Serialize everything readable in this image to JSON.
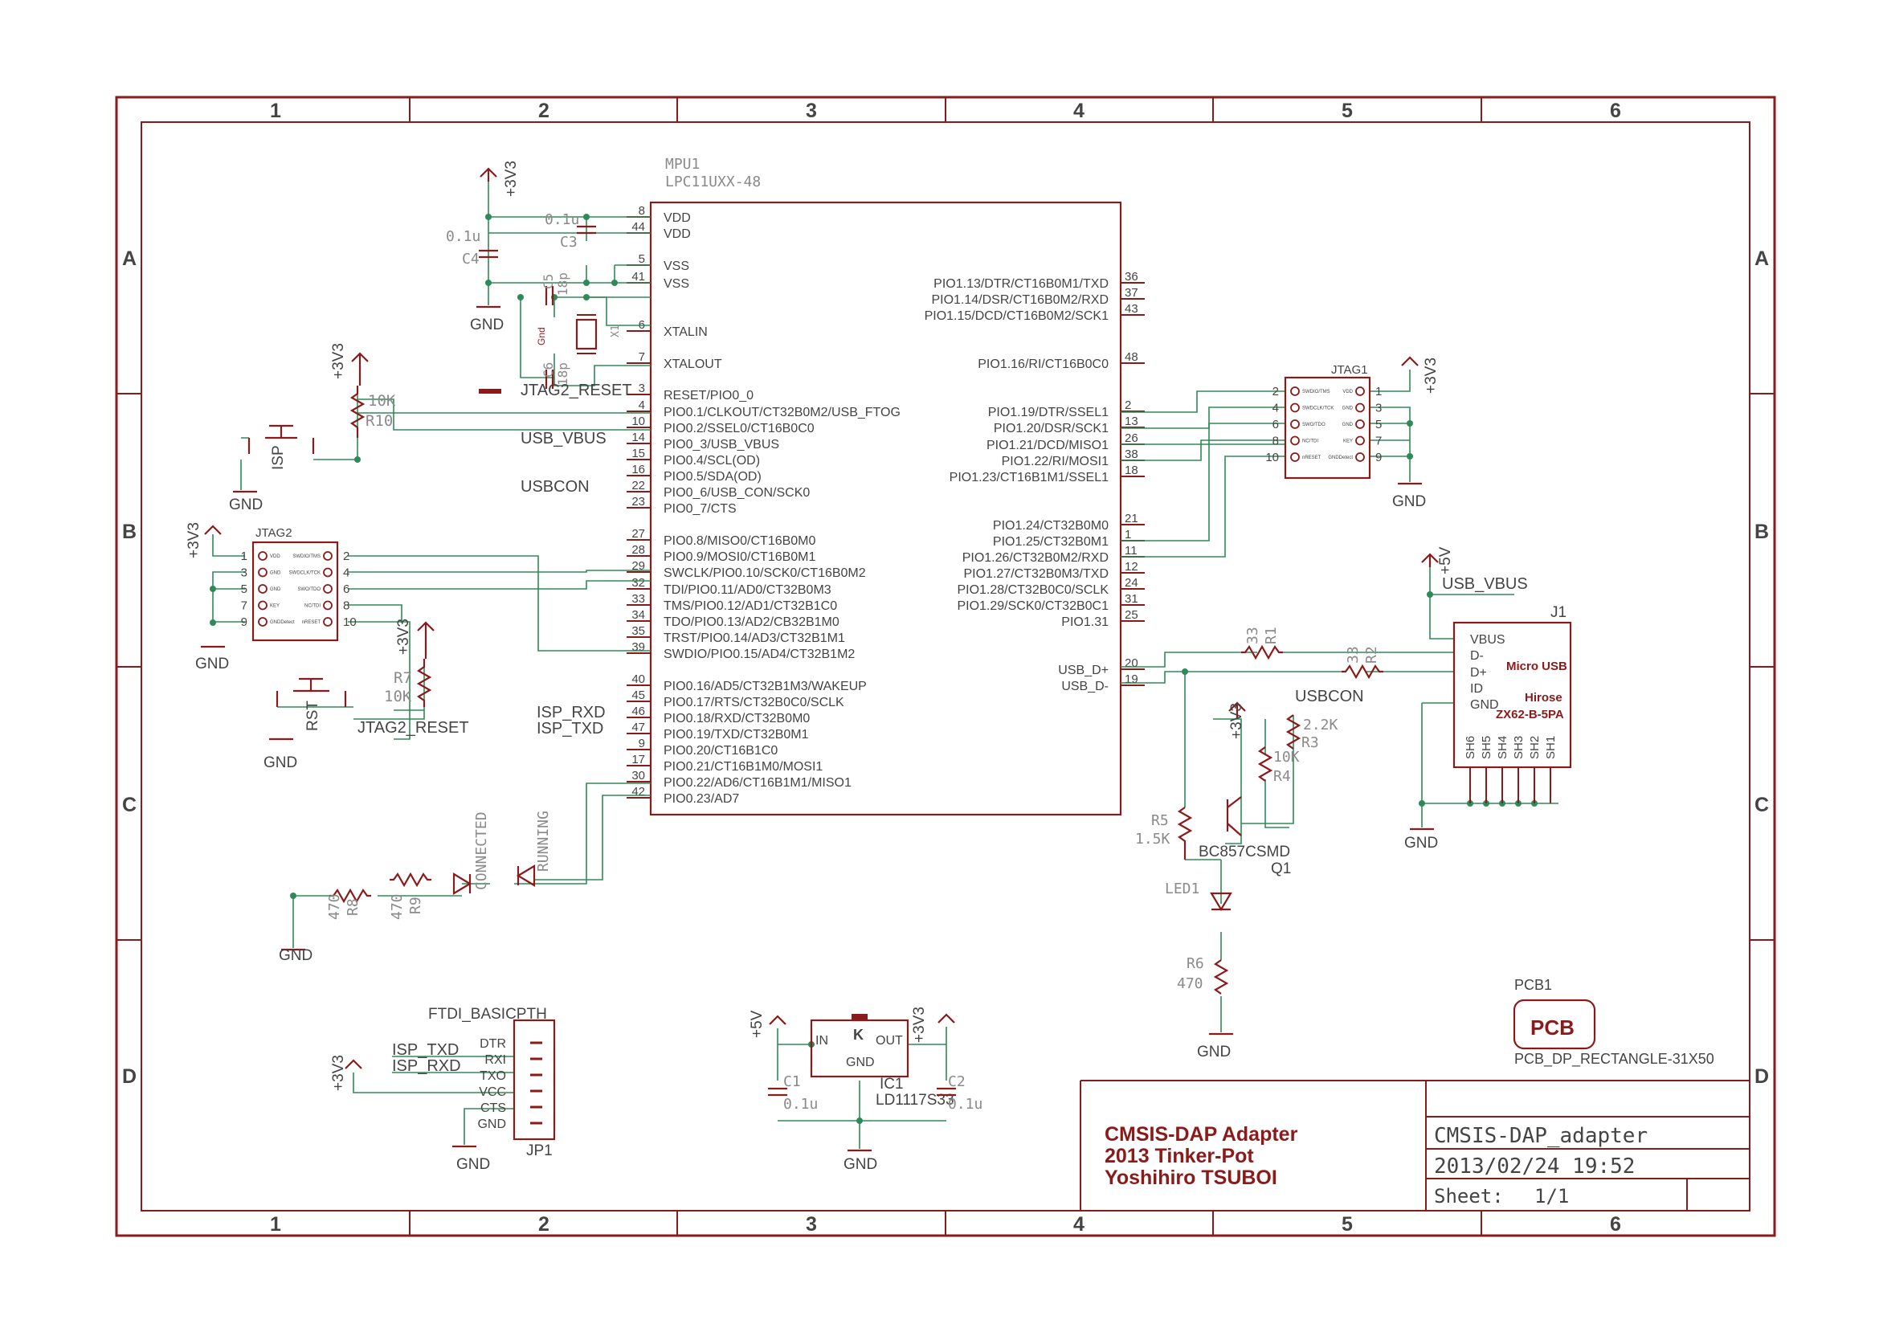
{
  "frame": {
    "columns": [
      "1",
      "2",
      "3",
      "4",
      "5",
      "6"
    ],
    "rows": [
      "A",
      "B",
      "C",
      "D"
    ]
  },
  "mcu": {
    "name": "MPU1",
    "value": "LPC11UXX-48",
    "left_pins": [
      {
        "num": "8",
        "name": "VDD"
      },
      {
        "num": "44",
        "name": "VDD"
      },
      {
        "num": "5",
        "name": "VSS"
      },
      {
        "num": "41",
        "name": "VSS"
      },
      {
        "num": "6",
        "name": "XTALIN"
      },
      {
        "num": "7",
        "name": "XTALOUT"
      },
      {
        "num": "3",
        "name": "RESET/PIO0_0"
      },
      {
        "num": "4",
        "name": "PIO0.1/CLKOUT/CT32B0M2/USB_FTOG"
      },
      {
        "num": "10",
        "name": "PIO0.2/SSEL0/CT16B0C0"
      },
      {
        "num": "14",
        "name": "PIO0_3/USB_VBUS"
      },
      {
        "num": "15",
        "name": "PIO0.4/SCL(OD)"
      },
      {
        "num": "16",
        "name": "PIO0.5/SDA(OD)"
      },
      {
        "num": "22",
        "name": "PIO0_6/USB_CON/SCK0"
      },
      {
        "num": "23",
        "name": "PIO0_7/CTS"
      },
      {
        "num": "27",
        "name": "PIO0.8/MISO0/CT16B0M0"
      },
      {
        "num": "28",
        "name": "PIO0.9/MOSI0/CT16B0M1"
      },
      {
        "num": "29",
        "name": "SWCLK/PIO0.10/SCK0/CT16B0M2"
      },
      {
        "num": "32",
        "name": "TDI/PIO0.11/AD0/CT32B0M3"
      },
      {
        "num": "33",
        "name": "TMS/PIO0.12/AD1/CT32B1C0"
      },
      {
        "num": "34",
        "name": "TDO/PIO0.13/AD2/CB32B1M0"
      },
      {
        "num": "35",
        "name": "TRST/PIO0.14/AD3/CT32B1M1"
      },
      {
        "num": "39",
        "name": "SWDIO/PIO0.15/AD4/CT32B1M2"
      },
      {
        "num": "40",
        "name": "PIO0.16/AD5/CT32B1M3/WAKEUP"
      },
      {
        "num": "45",
        "name": "PIO0.17/RTS/CT32B0C0/SCLK"
      },
      {
        "num": "46",
        "name": "PIO0.18/RXD/CT32B0M0"
      },
      {
        "num": "47",
        "name": "PIO0.19/TXD/CT32B0M1"
      },
      {
        "num": "9",
        "name": "PIO0.20/CT16B1C0"
      },
      {
        "num": "17",
        "name": "PIO0.21/CT16B1M0/MOSI1"
      },
      {
        "num": "30",
        "name": "PIO0.22/AD6/CT16B1M1/MISO1"
      },
      {
        "num": "42",
        "name": "PIO0.23/AD7"
      }
    ],
    "right_pins": [
      {
        "num": "36",
        "name": "PIO1.13/DTR/CT16B0M1/TXD"
      },
      {
        "num": "37",
        "name": "PIO1.14/DSR/CT16B0M2/RXD"
      },
      {
        "num": "43",
        "name": "PIO1.15/DCD/CT16B0M2/SCK1"
      },
      {
        "num": "48",
        "name": "PIO1.16/RI/CT16B0C0"
      },
      {
        "num": "2",
        "name": "PIO1.19/DTR/SSEL1"
      },
      {
        "num": "13",
        "name": "PIO1.20/DSR/SCK1"
      },
      {
        "num": "26",
        "name": "PIO1.21/DCD/MISO1"
      },
      {
        "num": "38",
        "name": "PIO1.22/RI/MOSI1"
      },
      {
        "num": "18",
        "name": "PIO1.23/CT16B1M1/SSEL1"
      },
      {
        "num": "21",
        "name": "PIO1.24/CT32B0M0"
      },
      {
        "num": "1",
        "name": "PIO1.25/CT32B0M1"
      },
      {
        "num": "11",
        "name": "PIO1.26/CT32B0M2/RXD"
      },
      {
        "num": "12",
        "name": "PIO1.27/CT32B0M3/TXD"
      },
      {
        "num": "24",
        "name": "PIO1.28/CT32B0C0/SCLK"
      },
      {
        "num": "31",
        "name": "PIO1.29/SCK0/CT32B0C1"
      },
      {
        "num": "25",
        "name": "PIO1.31"
      },
      {
        "num": "20",
        "name": "USB_D+"
      },
      {
        "num": "19",
        "name": "USB_D-"
      }
    ]
  },
  "labels": {
    "p3v3": "+3V3",
    "p5v": "+5V",
    "gnd": "GND",
    "usb_vbus": "USB_VBUS",
    "usbcon": "USBCON",
    "jtag2_reset": "JTAG2_RESET",
    "isp_rxd": "ISP_RXD",
    "isp_txd": "ISP_TXD",
    "isp": "ISP",
    "rst": "RST"
  },
  "parts": {
    "c4_name": "C4",
    "c4_value": "0.1u",
    "c3_name": "C3",
    "c3_value": "0.1u",
    "c5_name": "C5",
    "c5_value": "18p",
    "c6_name": "C6",
    "c6_value": "18p",
    "x1_name": "X1",
    "x1_gnd": "Gnd",
    "r10_name": "R10",
    "r10_value": "10K",
    "r7_name": "R7",
    "r7_value": "10K",
    "r8_name": "R8",
    "r8_value": "470",
    "r9_name": "R9",
    "r9_value": "470",
    "r1_name": "R1",
    "r1_value": "33",
    "r2_name": "R2",
    "r2_value": "33",
    "r3_name": "R3",
    "r3_value": "2.2K",
    "r4_name": "R4",
    "r4_value": "10K",
    "r5_name": "R5",
    "r5_value": "1.5K",
    "r6_name": "R6",
    "r6_value": "470",
    "q1_name": "Q1",
    "q1_value": "BC857CSMD",
    "led1_name": "LED1",
    "led_connected": "CONNECTED",
    "led_running": "RUNNING",
    "ic1_name": "IC1",
    "ic1_value": "LD1117S33",
    "ic1_in": "IN",
    "ic1_out": "OUT",
    "ic1_k": "K",
    "ic1_gnd": "GND",
    "c1_name": "C1",
    "c1_value": "0.1u",
    "c2_name": "C2",
    "c2_value": "0.1u",
    "pcb1_name": "PCB1",
    "pcb1_text": "PCB",
    "pcb1_value": "PCB_DP_RECTANGLE-31X50"
  },
  "jtag1": {
    "name": "JTAG1",
    "left_nums": [
      "2",
      "4",
      "6",
      "8",
      "10"
    ],
    "right_nums": [
      "1",
      "3",
      "5",
      "7",
      "9"
    ],
    "inner_left": [
      "SWDIO/TMS",
      "SWDCLK/TCK",
      "SWO/TDO",
      "NC/TDI",
      "nRESET"
    ],
    "inner_right": [
      "VDD",
      "GND",
      "GND",
      "KEY",
      "GNDDetect"
    ]
  },
  "jtag2": {
    "name": "JTAG2",
    "left_nums": [
      "1",
      "3",
      "5",
      "7",
      "9"
    ],
    "right_nums": [
      "2",
      "4",
      "6",
      "8",
      "10"
    ],
    "inner_left": [
      "VDD",
      "GND",
      "GND",
      "KEY",
      "GNDDetect"
    ],
    "inner_right": [
      "SWDIO/TMS",
      "SWDCLK/TCK",
      "SWO/TDO",
      "NC/TDI",
      "nRESET"
    ]
  },
  "j1": {
    "name": "J1",
    "pins": [
      "VBUS",
      "D-",
      "D+",
      "ID",
      "GND"
    ],
    "title": "Micro USB",
    "maker": "Hirose",
    "model": "ZX62-B-5PA",
    "shields": [
      "SH6",
      "SH5",
      "SH4",
      "SH3",
      "SH2",
      "SH1"
    ]
  },
  "jp1": {
    "name": "JP1",
    "value": "FTDI_BASICPTH",
    "pins": [
      "DTR",
      "RXI",
      "TXO",
      "VCC",
      "CTS",
      "GND"
    ]
  },
  "title_block": {
    "line1": "CMSIS-DAP Adapter",
    "line2": "2013 Tinker-Pot",
    "line3": "Yoshihiro TSUBOI",
    "drawing": "CMSIS-DAP_adapter",
    "date": "2013/02/24 19:52",
    "sheet_label": "Sheet:",
    "sheet": "1/1"
  }
}
